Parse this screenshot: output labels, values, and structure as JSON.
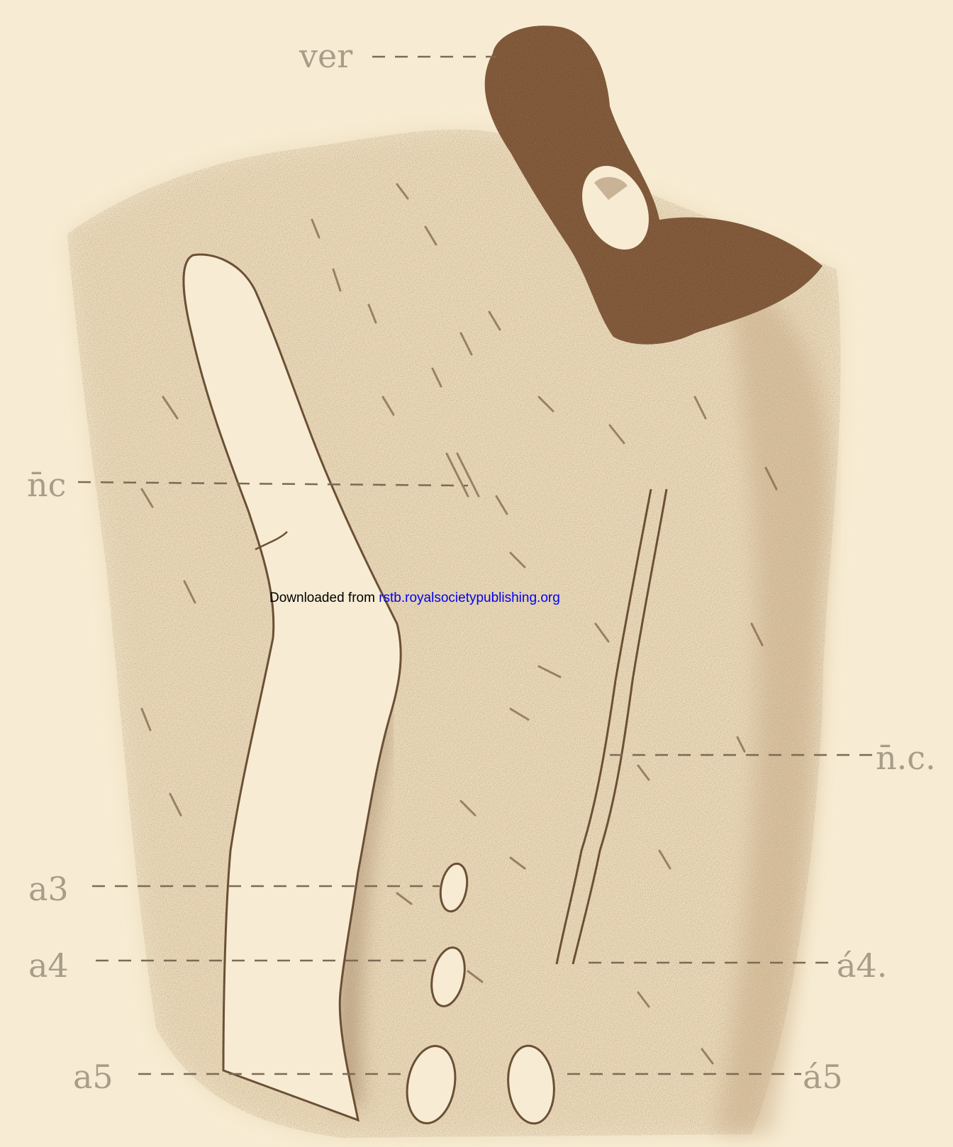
{
  "labels": {
    "ver": "ver",
    "nc_left": "n̄c",
    "nc_right": "n̄.c.",
    "a3": "a3",
    "a4_left": "a4",
    "a4_right": "á4.",
    "a5_left": "a5",
    "a5_right": "á5"
  },
  "watermark": {
    "prefix": "Downloaded from ",
    "link": "rstb.royalsocietypublishing.org"
  },
  "colors": {
    "paper": "#f7ecd3",
    "tissue": "#c8ab84",
    "bone": "#7a5133",
    "ink": "#6b5036",
    "label": "#a89d8a",
    "link": "#0000ee"
  }
}
